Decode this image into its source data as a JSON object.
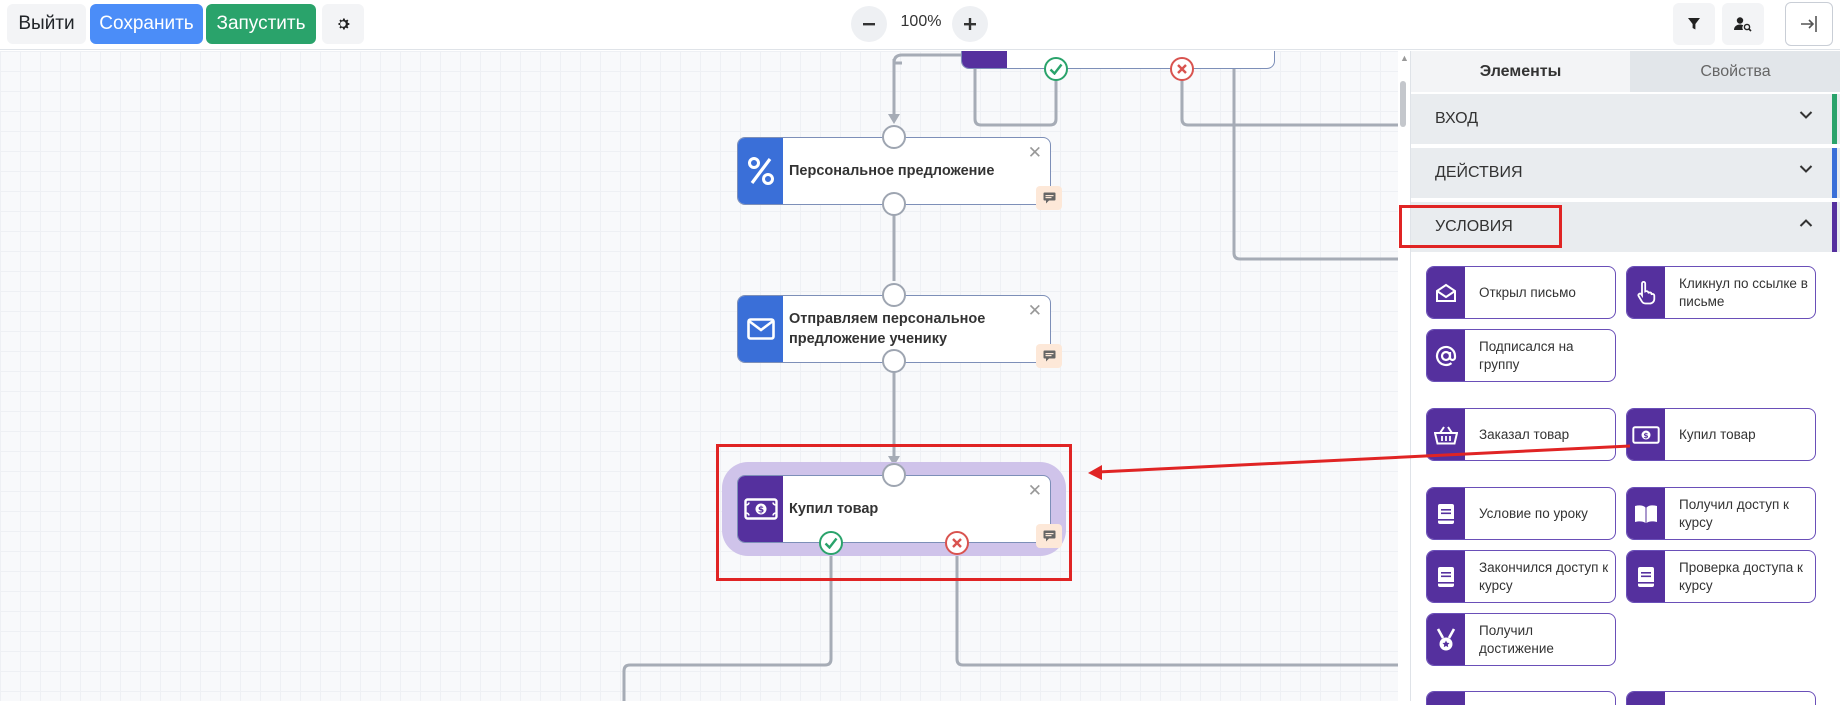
{
  "toolbar": {
    "exit_label": "Выйти",
    "save_label": "Сохранить",
    "run_label": "Запустить",
    "zoom_value": "100%",
    "colors": {
      "save": "#4b8df8",
      "run": "#2aa36b"
    }
  },
  "canvas": {
    "nodes": {
      "offer": {
        "label": "Персональное предложение",
        "icon": "percent-icon",
        "color": "#3a6fd8"
      },
      "send": {
        "label_line1": "Отправляем персональное",
        "label_line2": "предложение ученику",
        "icon": "envelope-icon",
        "color": "#3a6fd8"
      },
      "bought": {
        "label": "Купил товар",
        "icon": "money-bill-icon",
        "color": "#55309e"
      }
    }
  },
  "panel": {
    "tabs": {
      "elements": "Элементы",
      "properties": "Свойства"
    },
    "sections": {
      "input": {
        "label": "ВХОД",
        "color": "#2aa36b"
      },
      "actions": {
        "label": "ДЕЙСТВИЯ",
        "color": "#3a6fd8"
      },
      "conditions": {
        "label": "УСЛОВИЯ",
        "color": "#55309e"
      }
    },
    "tiles": {
      "opened_email": "Открыл письмо",
      "clicked_link": "Кликнул по ссылке в письме",
      "subscribed_group": "Подписался на группу",
      "ordered_product": "Заказал товар",
      "bought_product": "Купил товар",
      "lesson_condition": "Условие по уроку",
      "got_course_access": "Получил доступ к курсу",
      "course_access_ended": "Закончился доступ к курсу",
      "course_access_check": "Проверка доступа к курсу",
      "got_achievement": "Получил достижение"
    }
  },
  "annotation_color": "#e02424"
}
